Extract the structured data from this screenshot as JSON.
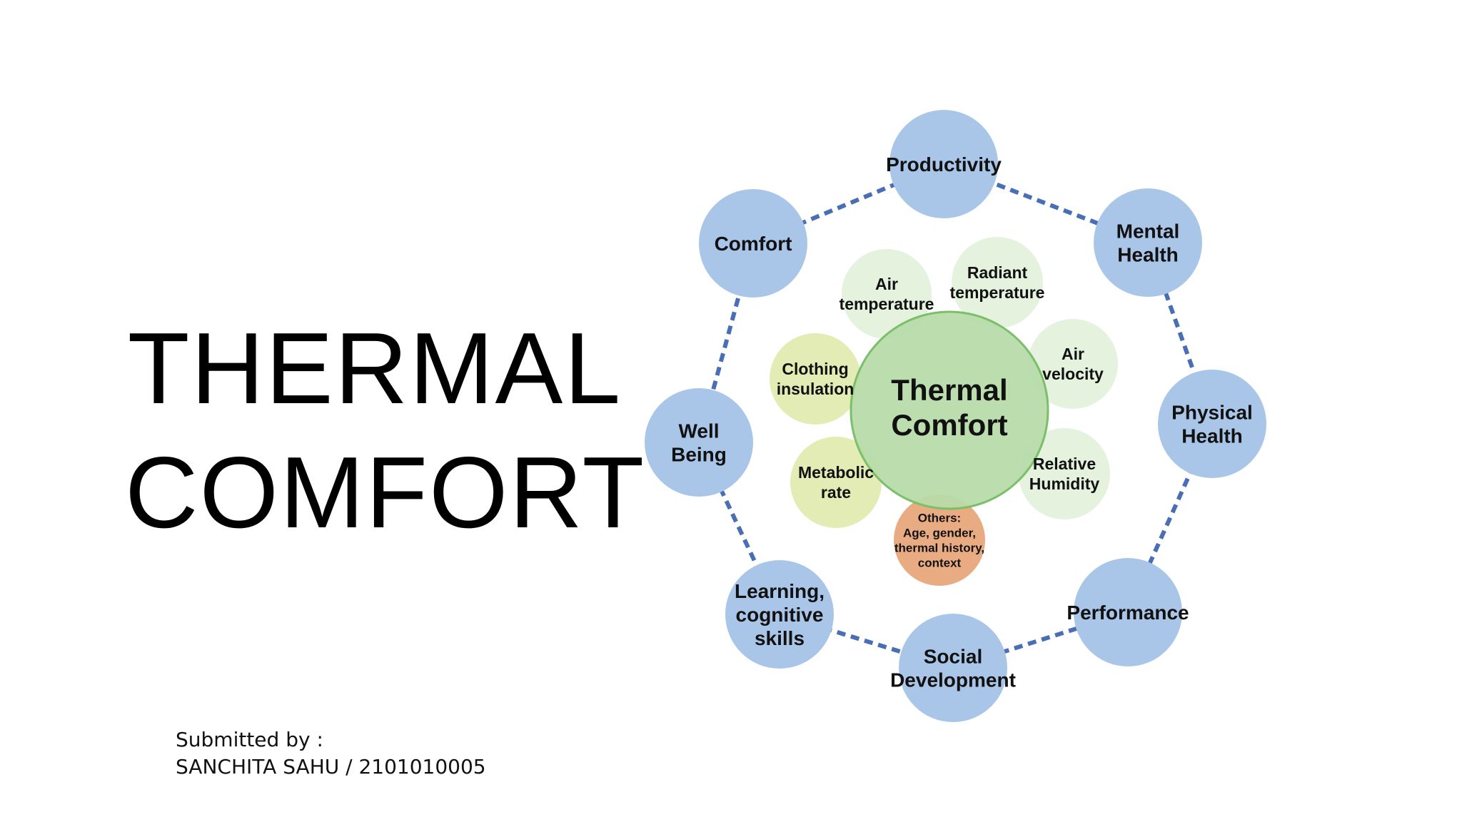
{
  "slide": {
    "title_line1": "THERMAL",
    "title_line2": "COMFORT",
    "submitted_label": "Submitted by :",
    "submitted_name": "SANCHITA SAHU / 2101010005"
  },
  "diagram": {
    "center": {
      "lines": [
        "Thermal",
        "Comfort"
      ],
      "color": "#b6dba8"
    },
    "factors": [
      {
        "id": "air-temperature",
        "lines": [
          "Air",
          "temperature"
        ],
        "color": "#e3f1dc"
      },
      {
        "id": "radiant-temperature",
        "lines": [
          "Radiant",
          "temperature"
        ],
        "color": "#e3f1dc"
      },
      {
        "id": "air-velocity",
        "lines": [
          "Air",
          "velocity"
        ],
        "color": "#e3f1dc"
      },
      {
        "id": "relative-humidity",
        "lines": [
          "Relative",
          "Humidity"
        ],
        "color": "#e3f1dc"
      },
      {
        "id": "others",
        "lines": [
          "Others:",
          "Age, gender,",
          "thermal history,",
          "context"
        ],
        "color": "#e8a77a"
      },
      {
        "id": "metabolic-rate",
        "lines": [
          "Metabolic",
          "rate"
        ],
        "color": "#e3ebb1"
      },
      {
        "id": "clothing-insulation",
        "lines": [
          "Clothing",
          "insulation"
        ],
        "color": "#e3ebb1"
      }
    ],
    "outcomes": [
      {
        "id": "productivity",
        "lines": [
          "Productivity"
        ]
      },
      {
        "id": "mental-health",
        "lines": [
          "Mental",
          "Health"
        ]
      },
      {
        "id": "physical-health",
        "lines": [
          "Physical",
          "Health"
        ]
      },
      {
        "id": "performance",
        "lines": [
          "Performance"
        ]
      },
      {
        "id": "social-development",
        "lines": [
          "Social",
          "Development"
        ]
      },
      {
        "id": "learning-cognitive-skills",
        "lines": [
          "Learning,",
          "cognitive",
          "skills"
        ]
      },
      {
        "id": "well-being",
        "lines": [
          "Well",
          "Being"
        ]
      },
      {
        "id": "comfort",
        "lines": [
          "Comfort"
        ]
      }
    ],
    "colors": {
      "outcome_fill": "#a9c6e8",
      "ring_dash": "#4a6eb5",
      "center_stroke": "#7cbf6a"
    }
  }
}
